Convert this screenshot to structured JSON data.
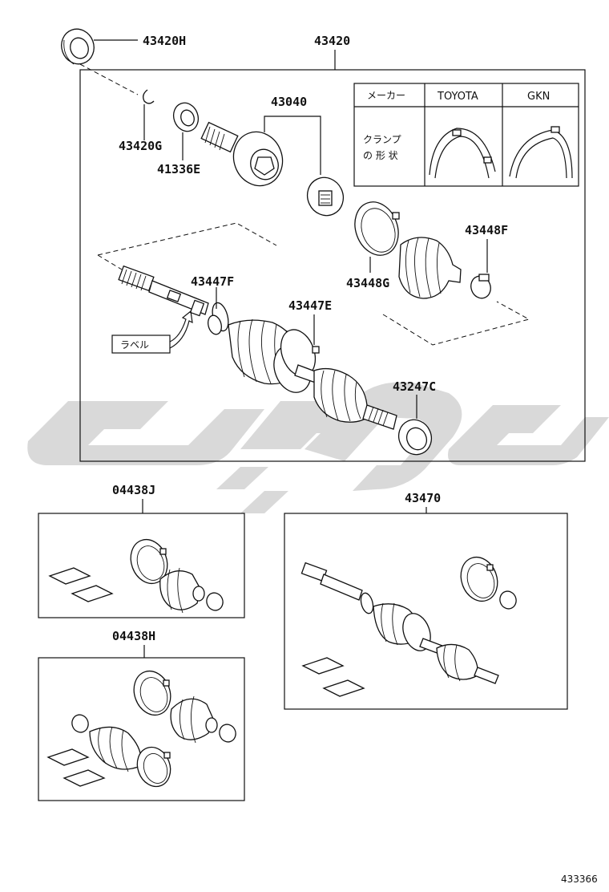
{
  "labels": {
    "p43420H": "43420H",
    "p43420": "43420",
    "p43040": "43040",
    "p43420G": "43420G",
    "p41336E": "41336E",
    "p43448F": "43448F",
    "p43447F": "43447F",
    "p43448G": "43448G",
    "p43447E": "43447E",
    "p43247C": "43247C",
    "p04438J": "04438J",
    "p43470": "43470",
    "p04438H": "04438H"
  },
  "callout": "ラベル",
  "table": {
    "maker_label": "メーカー",
    "col_toyota": "TOYOTA",
    "col_gkn": "GKN",
    "row_label_line1": "クランプ",
    "row_label_line2": "の 形 状"
  },
  "diagram_id": "433366"
}
